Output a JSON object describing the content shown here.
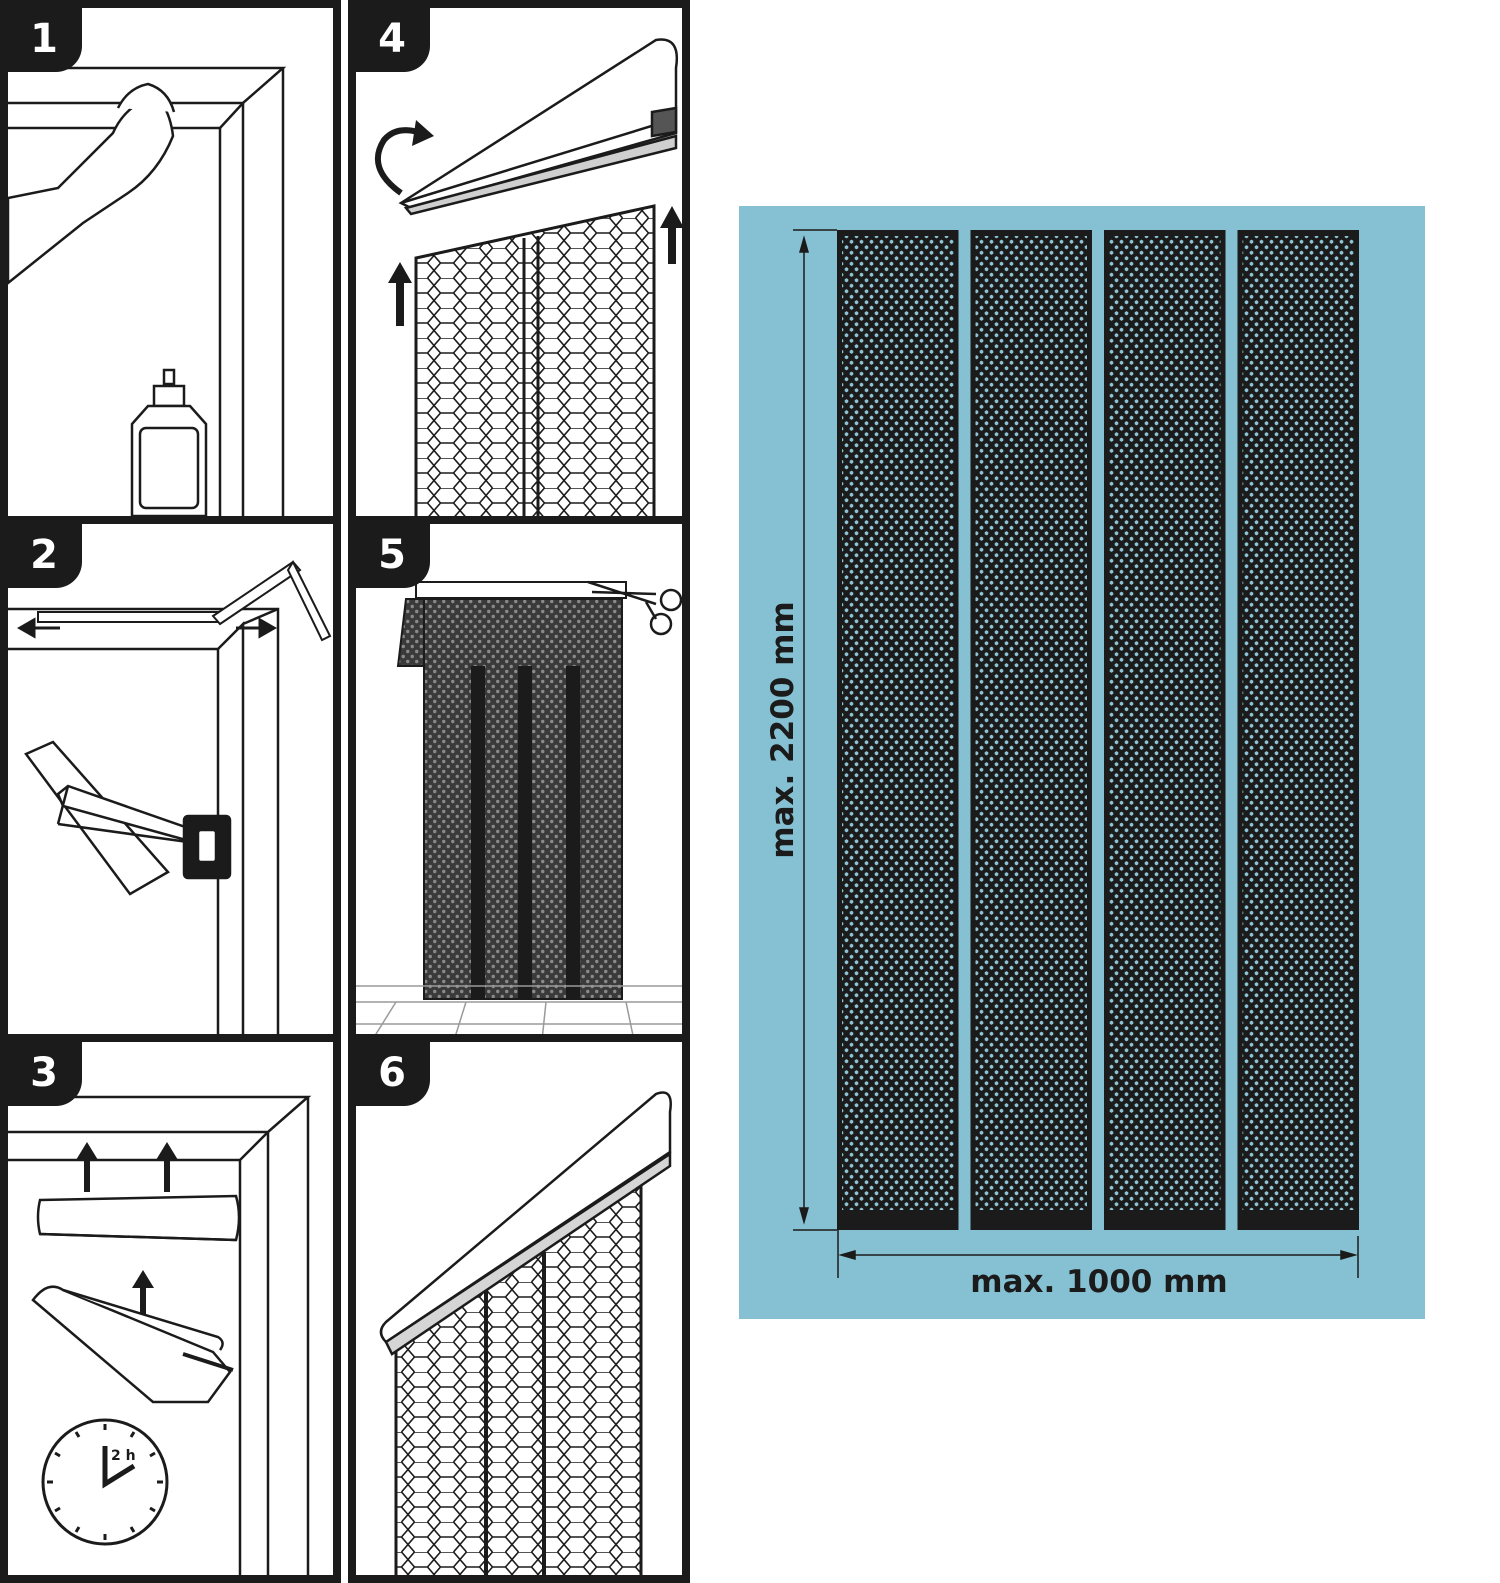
{
  "steps": [
    {
      "number": "1"
    },
    {
      "number": "2"
    },
    {
      "number": "3",
      "clock_label": "2 h"
    },
    {
      "number": "4"
    },
    {
      "number": "5"
    },
    {
      "number": "6"
    }
  ],
  "spec": {
    "height_label": "max. 2200 mm",
    "width_label": "max. 1000 mm",
    "strip_count": 4
  },
  "colors": {
    "ink": "#1b1b1b",
    "spec_background": "#86c1d3",
    "mesh_fill": "#8cc4d5"
  }
}
